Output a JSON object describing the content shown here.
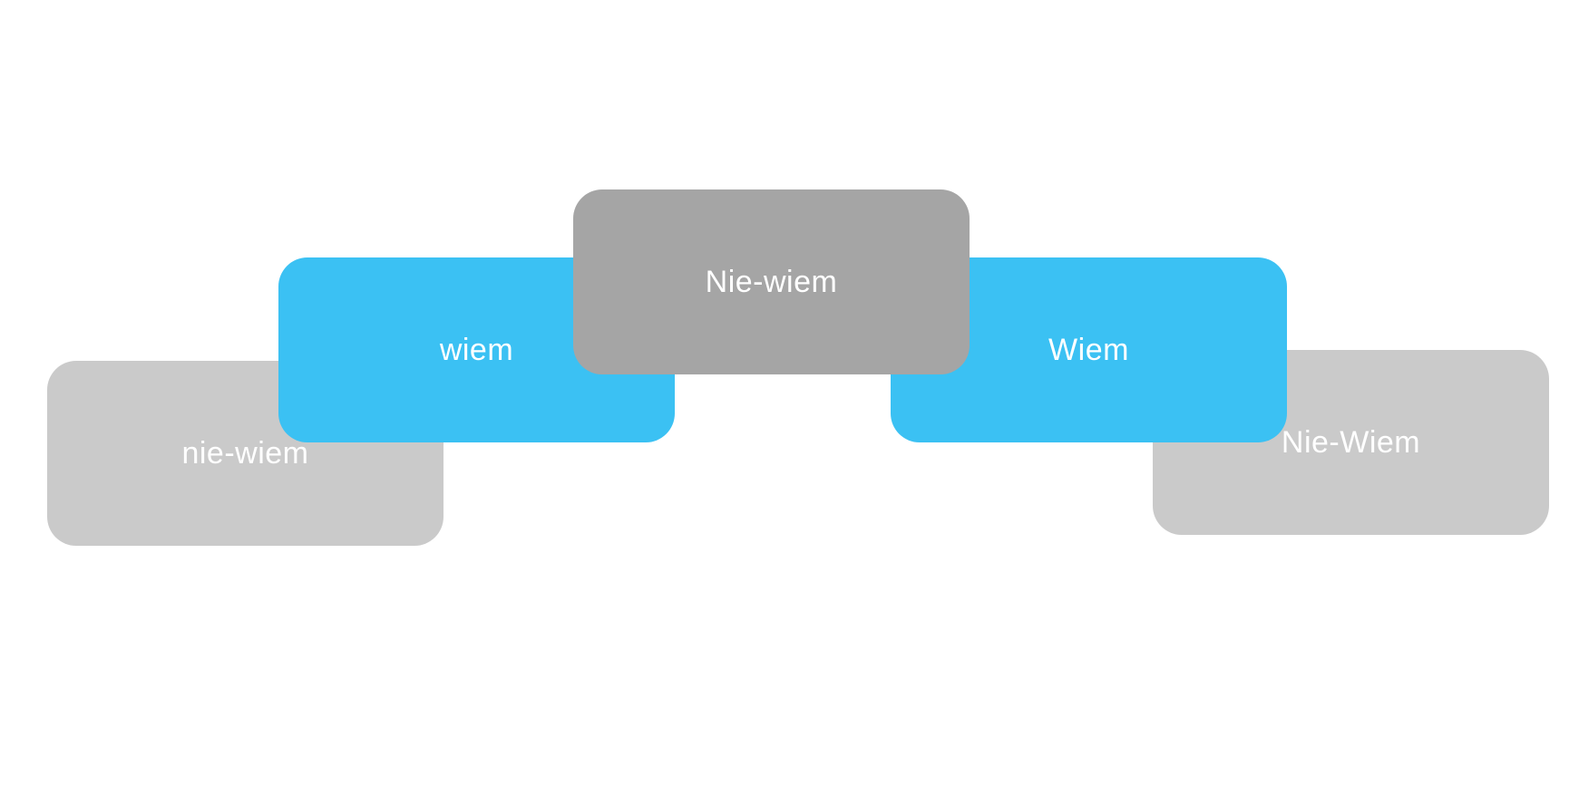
{
  "carousel": {
    "cards": [
      {
        "label": "nie-wiem",
        "color": "#cacaca"
      },
      {
        "label": "wiem",
        "color": "#3bc1f3"
      },
      {
        "label": "Nie-wiem",
        "color": "#a5a5a5"
      },
      {
        "label": "Wiem",
        "color": "#3bc1f3"
      },
      {
        "label": "Nie-Wiem",
        "color": "#cacaca"
      }
    ],
    "active_index": 2
  }
}
